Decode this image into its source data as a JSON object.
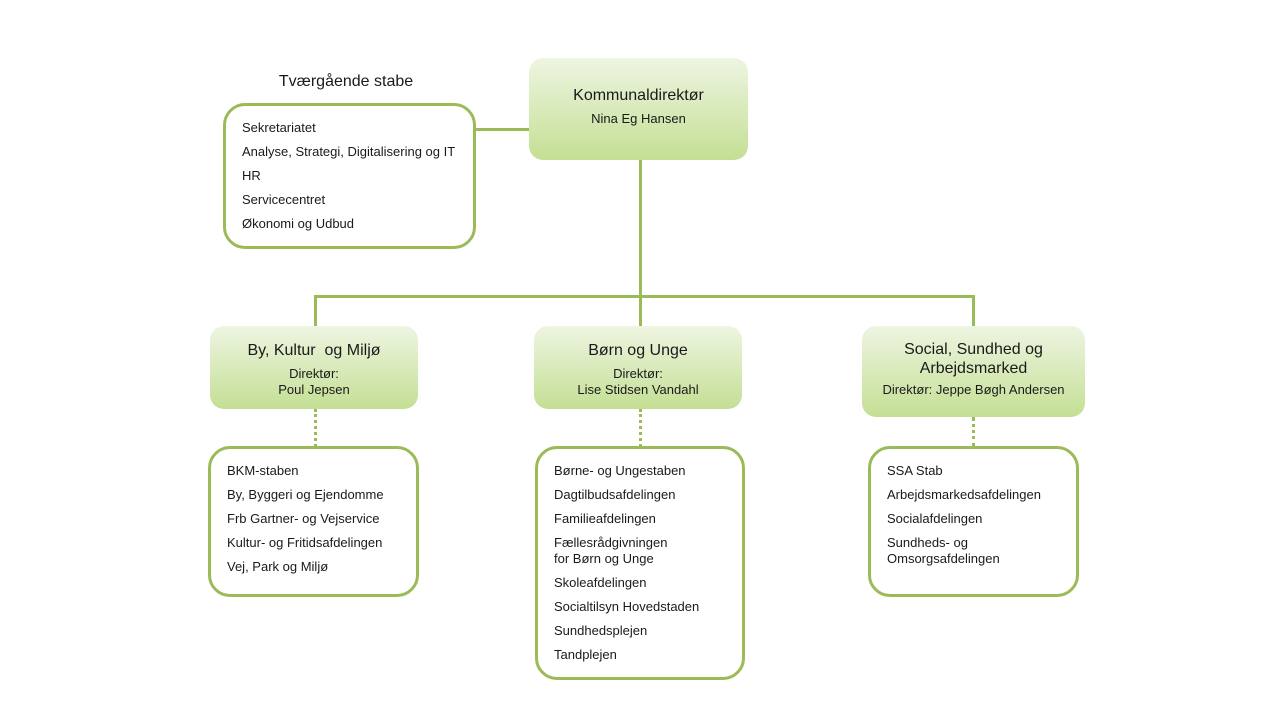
{
  "staff": {
    "title": "Tværgående stabe",
    "items": [
      "Sekretariatet",
      "Analyse, Strategi, Digitalisering og IT",
      "HR",
      "Servicecentret",
      "Økonomi og Udbud"
    ]
  },
  "ceo": {
    "title": "Kommunaldirektør",
    "name": "Nina Eg Hansen"
  },
  "departments": [
    {
      "title": "By, Kultur  og Miljø",
      "director": "Direktør:\nPoul Jepsen",
      "units": [
        "BKM-staben",
        "By, Byggeri og Ejendomme",
        "Frb Gartner- og Vejservice",
        "Kultur- og Fritidsafdelingen",
        "Vej, Park og Miljø"
      ]
    },
    {
      "title": "Børn og Unge",
      "director": "Direktør:\nLise Stidsen Vandahl",
      "units": [
        "Børne- og Ungestaben",
        "Dagtilbudsafdelingen",
        "Familieafdelingen",
        "Fællesrådgivningen\nfor Børn og Unge",
        "Skoleafdelingen",
        "Socialtilsyn Hovedstaden",
        "Sundhedsplejen",
        "Tandplejen"
      ]
    },
    {
      "title": "Social, Sundhed og Arbejdsmarked",
      "director": "Direktør: Jeppe Bøgh Andersen",
      "units": [
        "SSA Stab",
        "Arbejdsmarkedsafdelingen",
        "Socialafdelingen",
        "Sundheds- og\nOmsorgsafdelingen"
      ]
    }
  ],
  "colors": {
    "connector": "#9bbb59",
    "box_gradient_top": "#eef5e2",
    "box_gradient_bottom": "#c4df94"
  }
}
